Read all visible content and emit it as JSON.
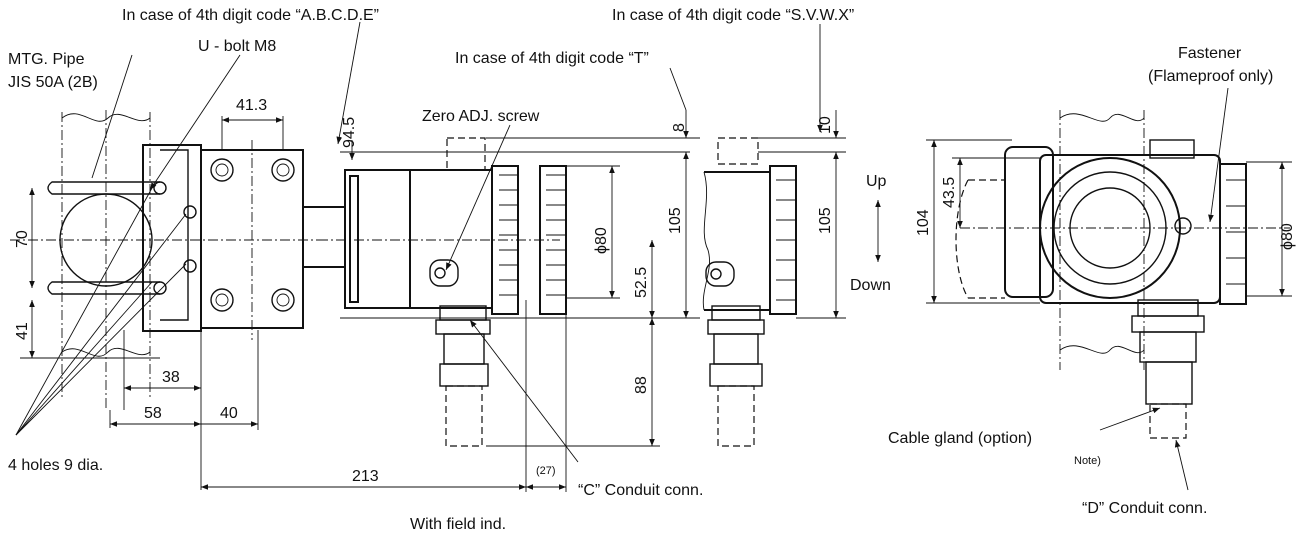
{
  "callouts": {
    "code_abcde": "In case of 4th digit code “A.B.C.D.E”",
    "code_svwx": "In case of 4th digit code “S.V.W.X”",
    "code_t": "In case of 4th digit code “T”",
    "mtg_pipe_line1": "MTG. Pipe",
    "mtg_pipe_line2": "JIS 50A (2B)",
    "u_bolt": "U - bolt M8",
    "zero_adj": "Zero ADJ. screw",
    "fastener_line1": "Fastener",
    "fastener_line2": "(Flameproof only)",
    "up": "Up",
    "down": "Down",
    "holes": "4 holes 9 dia.",
    "c_conduit": "“C” Conduit conn.",
    "with_field_ind": "With field ind.",
    "cable_gland": "Cable gland (option)",
    "note": "Note)",
    "d_conduit": "“D” Conduit conn."
  },
  "dimensions": {
    "d41_3": "41.3",
    "d94_5": "94.5",
    "d8": "8",
    "d10": "10",
    "d70": "70",
    "d41": "41",
    "d38": "38",
    "d58": "58",
    "d40": "40",
    "d213": "213",
    "d27": "(27)",
    "d_phi80_mid": "ϕ80",
    "d105_a": "105",
    "d52_5": "52.5",
    "d88": "88",
    "d105_b": "105",
    "d104": "104",
    "d43_5": "43.5",
    "d_phi80_right": "ϕ80"
  }
}
